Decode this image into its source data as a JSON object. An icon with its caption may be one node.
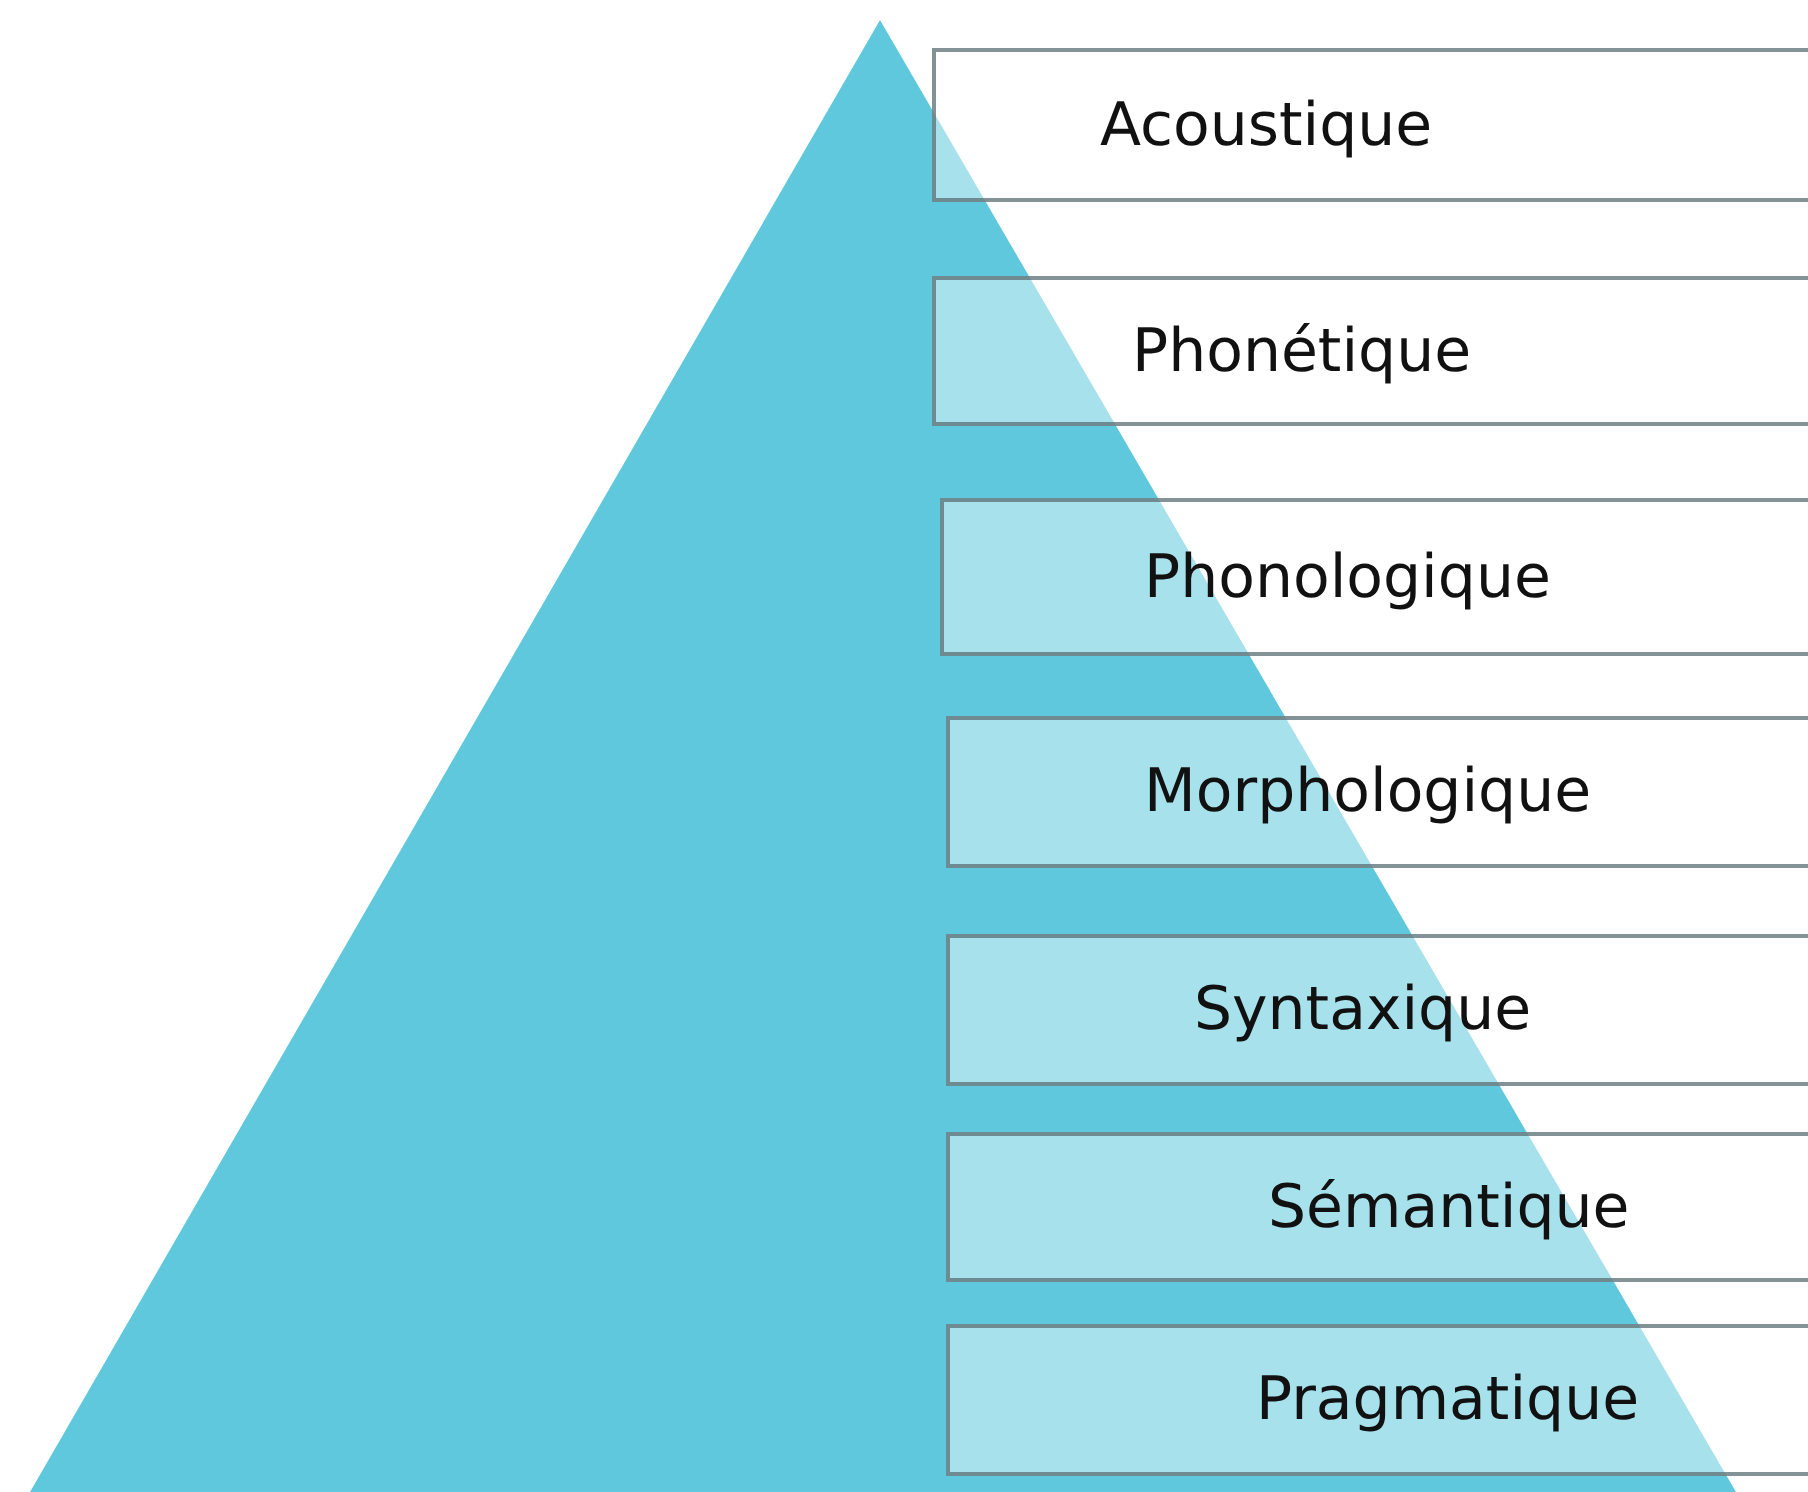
{
  "diagram": {
    "nodes": [
      {
        "text": [
          "Acoustique"
        ]
      },
      {
        "text": [
          "Phonétique"
        ]
      },
      {
        "text": [
          "Phonologique"
        ]
      },
      {
        "text": [
          "Morphologique"
        ]
      },
      {
        "text": [
          "Syntaxique"
        ]
      },
      {
        "text": [
          "Sémantique"
        ]
      },
      {
        "text": [
          "Pragmatique"
        ]
      }
    ]
  }
}
